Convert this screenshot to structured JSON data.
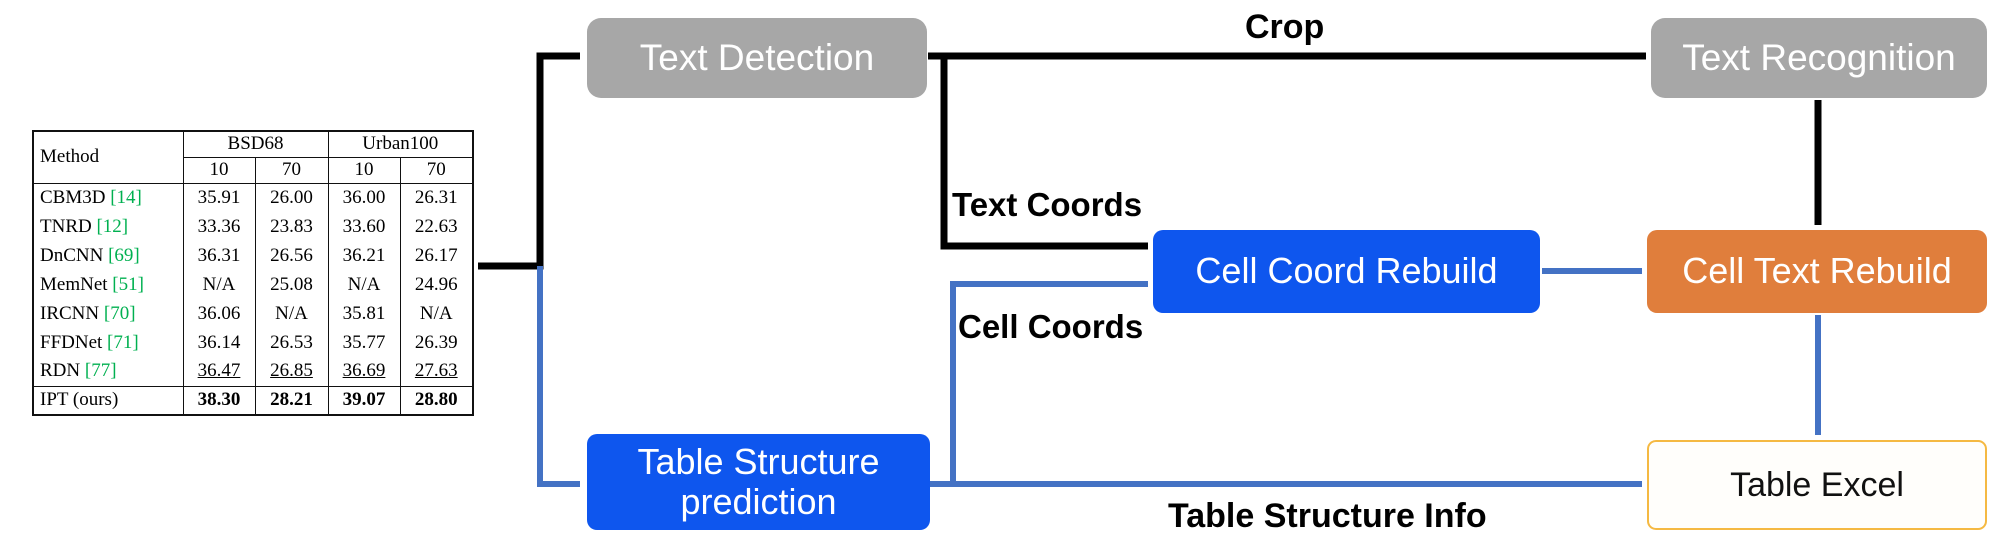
{
  "colors": {
    "gray_box": "#a7a7a7",
    "blue_box": "#0e56ee",
    "orange_box": "#e07e3c",
    "excel_border": "#f5b942",
    "arrow_black": "#000000",
    "arrow_blue": "#4472c4",
    "citation_green": "#00b050"
  },
  "nodes": {
    "text_detection": {
      "label": "Text Detection"
    },
    "text_recognition": {
      "label": "Text Recognition"
    },
    "cell_coord_rebuild": {
      "label": "Cell Coord Rebuild"
    },
    "cell_text_rebuild": {
      "label": "Cell Text Rebuild"
    },
    "table_structure_prediction": {
      "label": "Table Structure prediction"
    },
    "table_excel": {
      "label": "Table Excel"
    }
  },
  "edge_labels": {
    "crop": "Crop",
    "text_coords": "Text Coords",
    "cell_coords": "Cell Coords",
    "table_structure_info": "Table Structure Info"
  },
  "input_table": {
    "header": {
      "method": "Method",
      "group1": "BSD68",
      "group2": "Urban100",
      "sub": [
        "10",
        "70",
        "10",
        "70"
      ]
    },
    "rows": [
      {
        "method": "CBM3D",
        "ref": "[14]",
        "values": [
          "35.91",
          "26.00",
          "36.00",
          "26.31"
        ]
      },
      {
        "method": "TNRD",
        "ref": "[12]",
        "values": [
          "33.36",
          "23.83",
          "33.60",
          "22.63"
        ]
      },
      {
        "method": "DnCNN",
        "ref": "[69]",
        "values": [
          "36.31",
          "26.56",
          "36.21",
          "26.17"
        ]
      },
      {
        "method": "MemNet",
        "ref": "[51]",
        "values": [
          "N/A",
          "25.08",
          "N/A",
          "24.96"
        ]
      },
      {
        "method": "IRCNN",
        "ref": "[70]",
        "values": [
          "36.06",
          "N/A",
          "35.81",
          "N/A"
        ]
      },
      {
        "method": "FFDNet",
        "ref": "[71]",
        "values": [
          "36.14",
          "26.53",
          "35.77",
          "26.39"
        ]
      },
      {
        "method": "RDN",
        "ref": "[77]",
        "values": [
          "36.47",
          "26.85",
          "36.69",
          "27.63"
        ]
      },
      {
        "method": "IPT (ours)",
        "ref": "",
        "values": [
          "38.30",
          "28.21",
          "39.07",
          "28.80"
        ]
      }
    ]
  }
}
